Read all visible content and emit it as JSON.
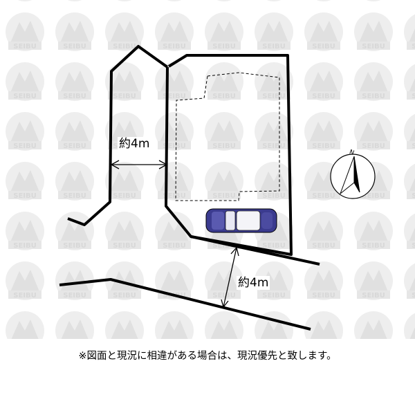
{
  "dimensions": {
    "west_road_width": "約4m",
    "south_road_width": "約4m"
  },
  "compass": {
    "north_letter": "N",
    "icon": "compass-north-arrow-icon"
  },
  "car": {
    "icon": "car-icon",
    "body_color": "#3b3b8f"
  },
  "watermark": {
    "text": "SEIBU",
    "icon": "mountain-logo-icon",
    "color": "#e6e6e6"
  },
  "disclaimer": "※図面と現況に相違がある場合は、現況優先と致します。"
}
